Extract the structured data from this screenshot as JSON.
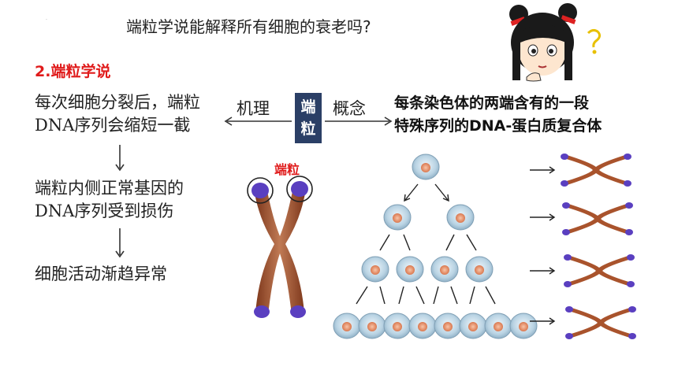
{
  "question": "端粒学说能解释所有细胞的衰老吗?",
  "section_title": "2.端粒学说",
  "left_text": {
    "step1_line1": "每次细胞分裂后，端粒",
    "step1_line2": "DNA序列会缩短一截",
    "step2_line1": "端粒内侧正常基因的",
    "step2_line2": "DNA序列受到损伤",
    "step3": "细胞活动渐趋异常"
  },
  "center": {
    "box_char1": "端",
    "box_char2": "粒",
    "mechanism_label": "机理",
    "concept_label": "概念"
  },
  "definition": {
    "line1": "每条染色体的两端含有的一段",
    "line2": "特殊序列的DNA-蛋白质复合体"
  },
  "chromosome_label": "端粒",
  "colors": {
    "accent_red": "#e01b1b",
    "box_navy": "#2b3f66",
    "chromosome_body": "#9a4a2a",
    "telomere_purple": "#5a3fc0"
  }
}
